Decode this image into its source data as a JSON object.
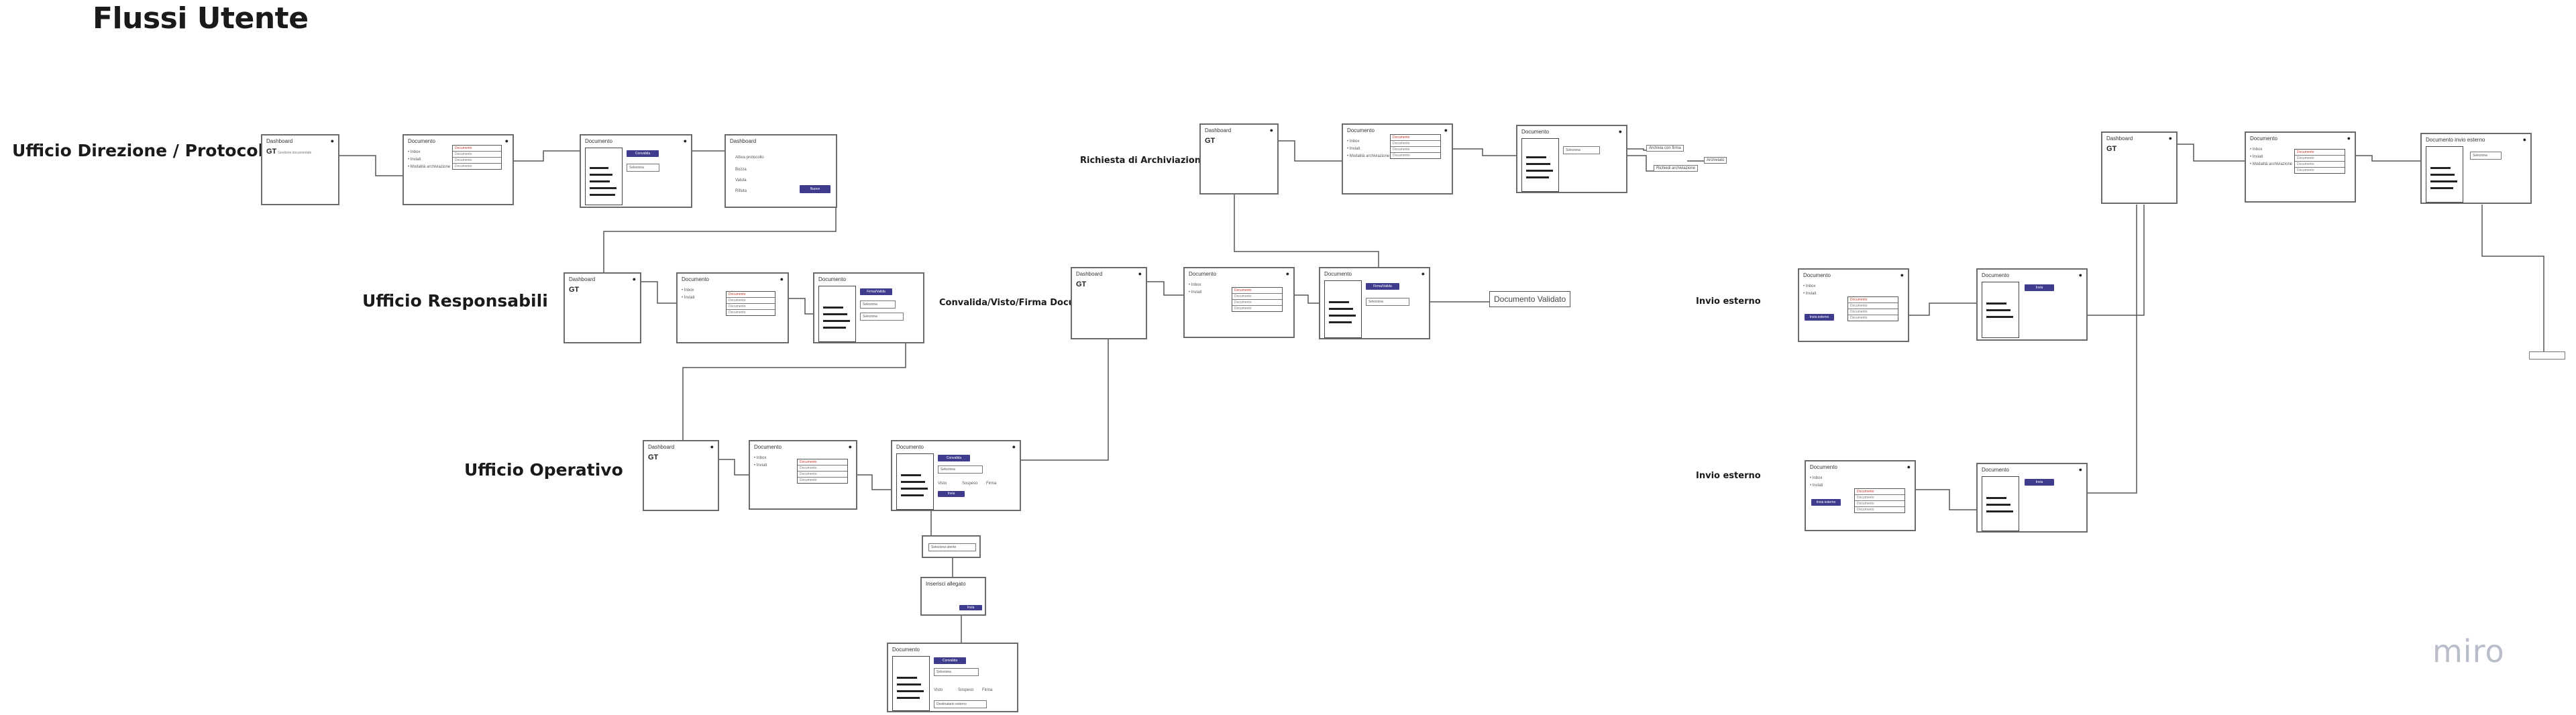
{
  "page": {
    "title": "Flussi Utente",
    "watermark": "miro"
  },
  "lanes": [
    {
      "id": "direzione",
      "label": "Ufficio Direzione / Protocollo"
    },
    {
      "id": "responsabili",
      "label": "Ufficio Responsabili"
    },
    {
      "id": "operativo",
      "label": "Ufficio Operativo"
    },
    {
      "id": "archiviazione",
      "label": "Richiesta di Archiviazione"
    },
    {
      "id": "convalida",
      "label": "Convalida/Visto/Firma Documento"
    },
    {
      "id": "invio1",
      "label": "Invio esterno"
    },
    {
      "id": "invio2",
      "label": "Invio esterno"
    }
  ],
  "screens": {
    "dashboard": "Dashboard",
    "documento": "Documento",
    "documento_invio": "Documento invio esterno",
    "list_items": [
      "• Inbox",
      "• Inviati",
      "• Modalità archiviazione"
    ],
    "table_rows": [
      "Documento",
      "Documento",
      "Documento",
      "Documento"
    ],
    "buttons": {
      "convalida": "Convalida",
      "firma": "Firma/Valida",
      "invia": "Invia",
      "nuovo": "Nuovo",
      "invia_esterno": "Invia esterno"
    },
    "select_value": "Seleziona",
    "radio_items": [
      "Attiva protocollo",
      "Bozza",
      "Valuta",
      "Rifiuta"
    ],
    "tabs": [
      "Visto",
      "Sospeso",
      "Firma"
    ]
  },
  "notes": {
    "documento_validato": "Documento Validato",
    "archiviazione_opts": [
      "Archivia con firma",
      "Richiedi archiviazione",
      "Archiviato"
    ],
    "operativo_steps": [
      "Seleziona utente",
      "Inserisci allegato"
    ],
    "operativo_final": "Destinatario esterno"
  }
}
